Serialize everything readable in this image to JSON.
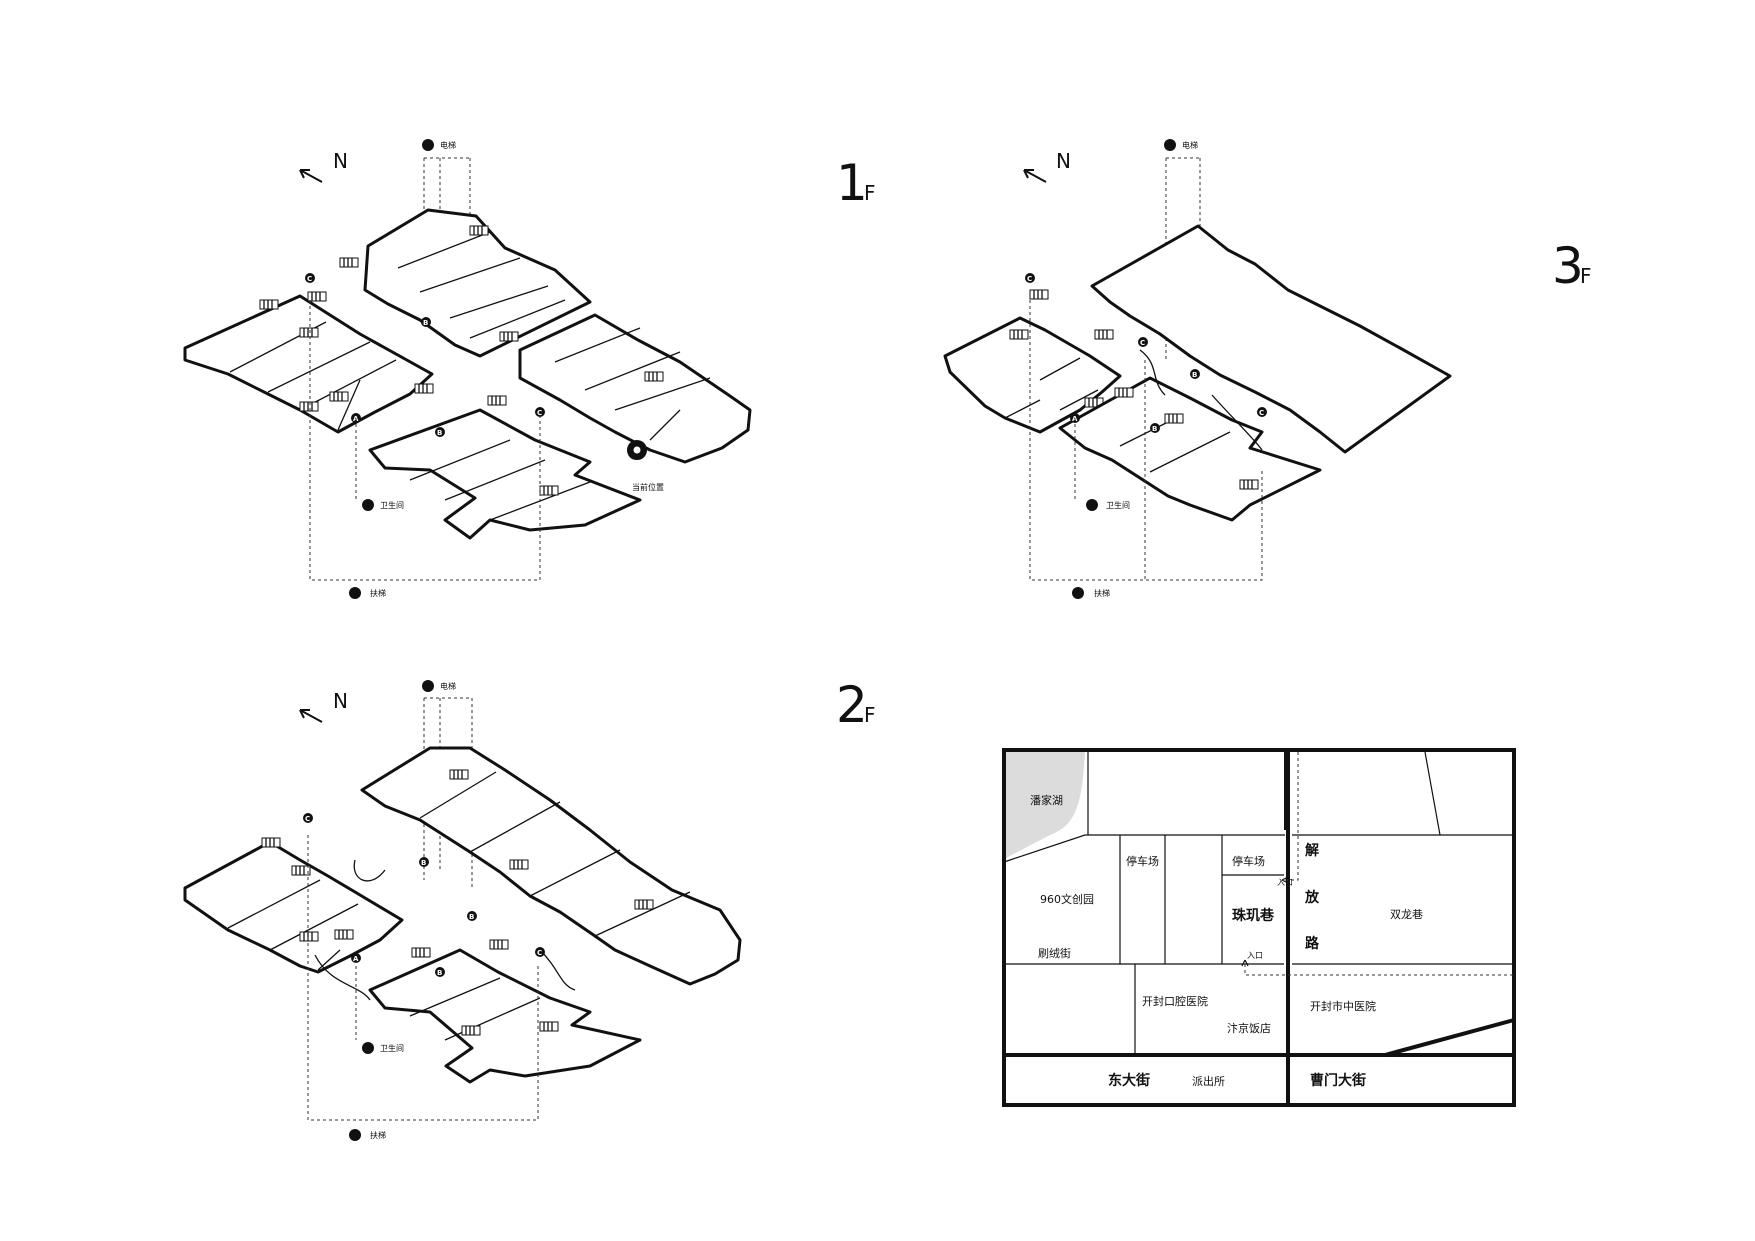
{
  "floors": [
    {
      "number": "1",
      "suffix": "F"
    },
    {
      "number": "3",
      "suffix": "F"
    },
    {
      "number": "2",
      "suffix": "F"
    }
  ],
  "north": "N",
  "legend": {
    "elevator": "电梯",
    "toilet": "卫生间",
    "escalator": "扶梯",
    "current_location": "当前位置"
  },
  "markers": {
    "a": "A",
    "b": "B",
    "c": "C"
  },
  "map": {
    "lake": "潘家湖",
    "parking_1": "停车场",
    "parking_2": "停车场",
    "park": "960文创园",
    "street_shuatong": "刷绒街",
    "alley_zhuji": "珠玑巷",
    "road_jiefang": [
      "解",
      "放",
      "路"
    ],
    "alley_shuanglong": "双龙巷",
    "entrance_1": "入口",
    "entrance_2": "入口",
    "hospital_dental": "开封口腔医院",
    "restaurant": "汴京饭店",
    "hospital_tcm": "开封市中医院",
    "street_dong": "东大街",
    "police": "派出所",
    "street_caomen": "曹门大街"
  }
}
